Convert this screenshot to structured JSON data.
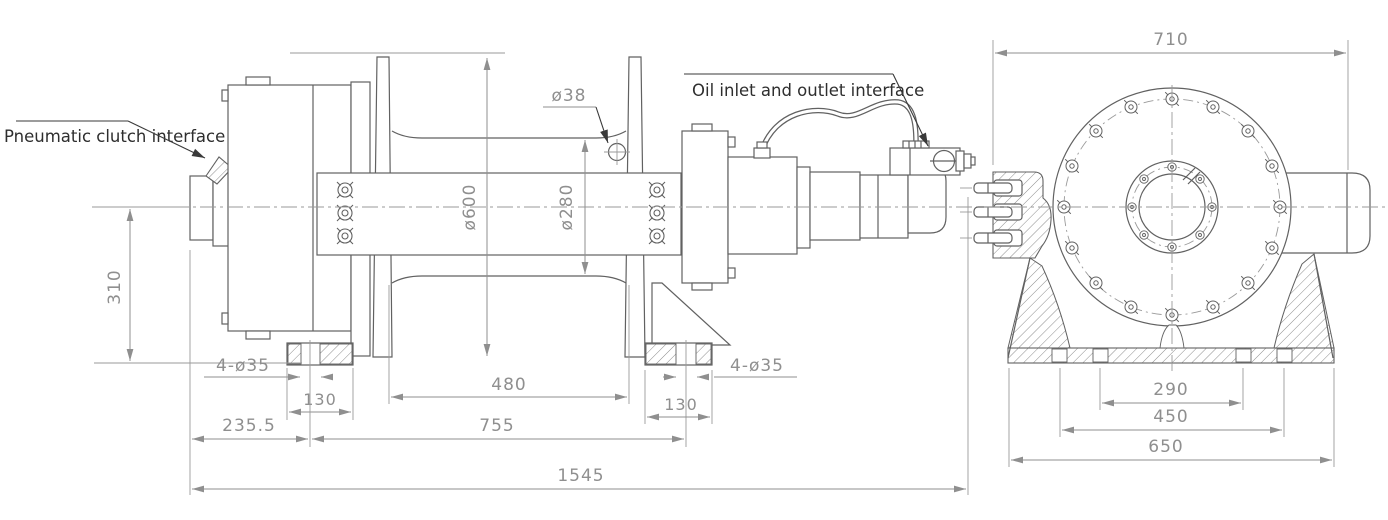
{
  "callouts": {
    "pneumatic_clutch": "Pneumatic clutch interface",
    "oil_inlet": "Oil inlet and outlet interface"
  },
  "dims": {
    "d38": "ø38",
    "d600": "ø600",
    "d280": "ø280",
    "h310": "310",
    "holes_l": "4-ø35",
    "holes_r": "4-ø35",
    "w130_l": "130",
    "w130_r": "130",
    "w480": "480",
    "w235": "235.5",
    "w755": "755",
    "w1545": "1545",
    "w710": "710",
    "w290": "290",
    "w450": "450",
    "w650": "650"
  },
  "colors": {
    "object_line": "#616161",
    "dimension_line": "#8f8f8f",
    "callout_text": "#2e2e2e",
    "background": "#ffffff"
  }
}
